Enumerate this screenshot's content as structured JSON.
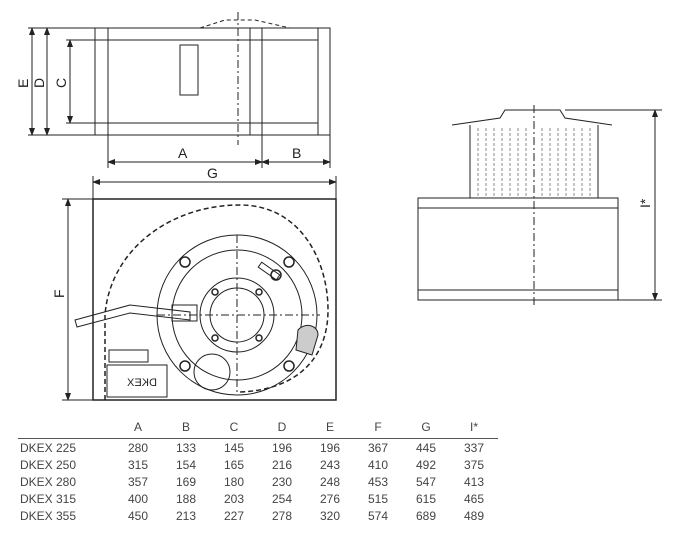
{
  "drawing": {
    "labels": {
      "E": "E",
      "D": "D",
      "C": "C",
      "A": "A",
      "B": "B",
      "G": "G",
      "F": "F",
      "I": "I*"
    },
    "nameplate": "DKEX"
  },
  "table": {
    "headers": [
      "",
      "A",
      "B",
      "C",
      "D",
      "E",
      "F",
      "G",
      "I*"
    ],
    "rows": [
      [
        "DKEX 225",
        "280",
        "133",
        "145",
        "196",
        "196",
        "367",
        "445",
        "337"
      ],
      [
        "DKEX 250",
        "315",
        "154",
        "165",
        "216",
        "243",
        "410",
        "492",
        "375"
      ],
      [
        "DKEX 280",
        "357",
        "169",
        "180",
        "230",
        "248",
        "453",
        "547",
        "413"
      ],
      [
        "DKEX 315",
        "400",
        "188",
        "203",
        "254",
        "276",
        "515",
        "615",
        "465"
      ],
      [
        "DKEX 355",
        "450",
        "213",
        "227",
        "278",
        "320",
        "574",
        "689",
        "489"
      ]
    ]
  }
}
